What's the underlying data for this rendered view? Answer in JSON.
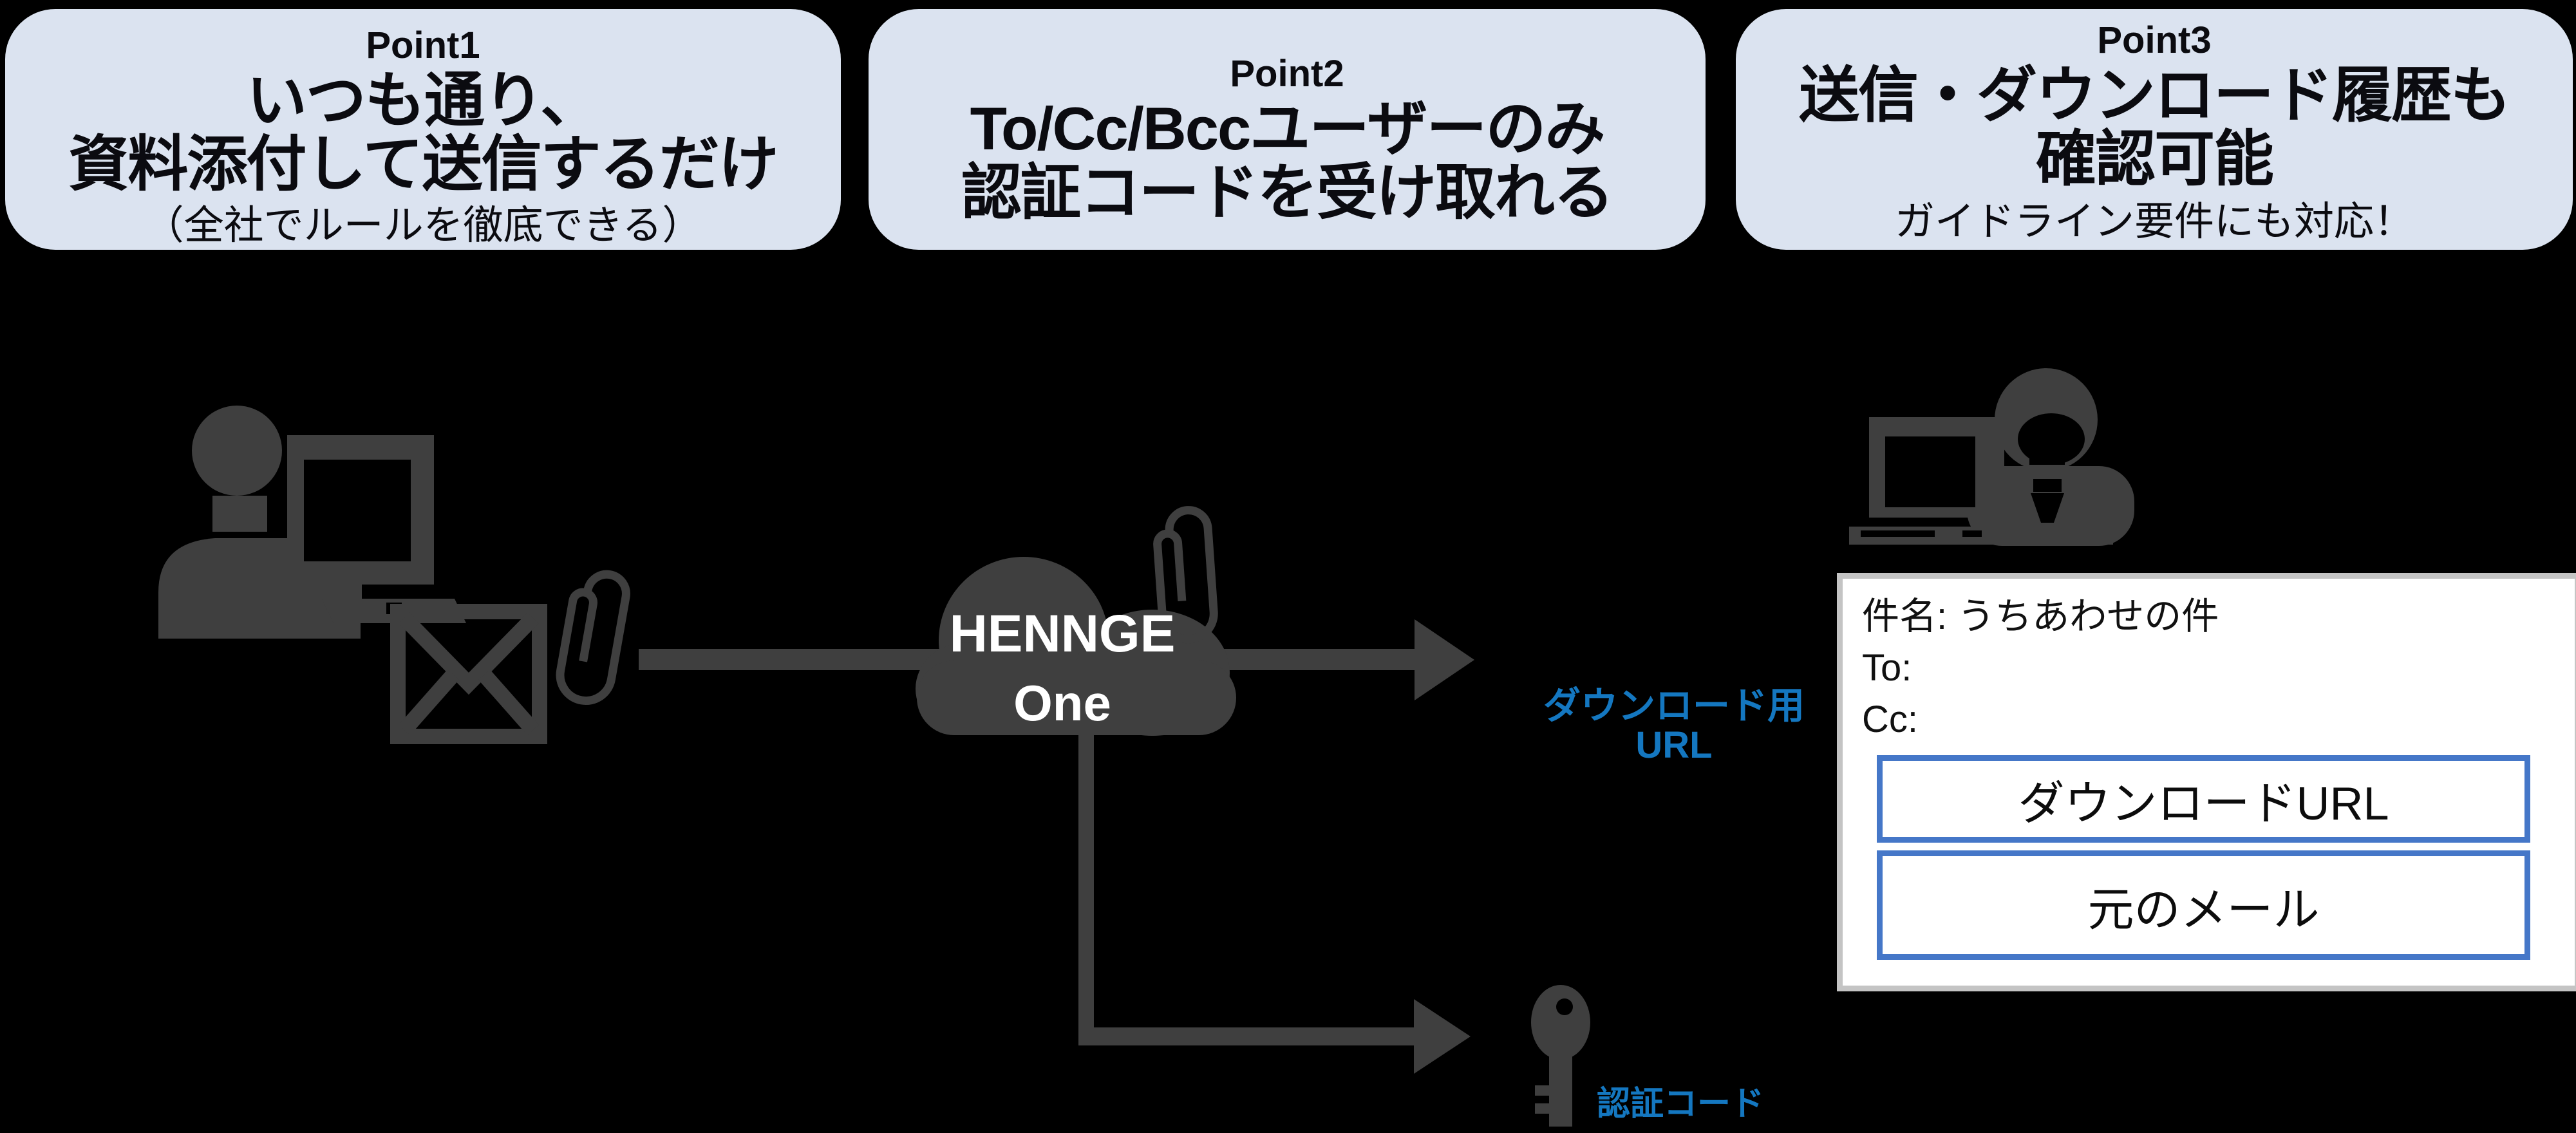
{
  "points": [
    {
      "label": "Point1",
      "line1": "いつも通り、",
      "line2": "資料添付して送信するだけ",
      "subtitle": "（全社でルールを徹底できる）"
    },
    {
      "label": "Point2",
      "line1": "To/Cc/Bccユーザーのみ",
      "line2": "認証コードを受け取れる",
      "subtitle": ""
    },
    {
      "label": "Point3",
      "line1": "送信・ダウンロード履歴も",
      "line2": "確認可能",
      "subtitle": "ガイドライン要件にも対応！"
    }
  ],
  "cloud": {
    "name_line1": "HENNGE",
    "name_line2": "One"
  },
  "labels": {
    "download_url_line1": "ダウンロード用",
    "download_url_line2": "URL",
    "auth_code": "認証コード"
  },
  "email_preview": {
    "subject": "件名: うちあわせの件",
    "to": "To:",
    "cc": "Cc:",
    "download_button": "ダウンロードURL",
    "original_mail_button": "元のメール"
  },
  "icons": [
    "user-at-desktop-icon",
    "envelope-icon",
    "paperclip-icon",
    "cloud-icon",
    "arrow-right-icon",
    "elbow-arrow-icon",
    "key-icon",
    "recipient-at-laptop-icon"
  ],
  "colors": {
    "background": "#000000",
    "card_bg": "#dbe3f0",
    "card_text": "#0b0b10",
    "icon_gray": "#3f3f3f",
    "accent_blue": "#1477c0",
    "button_border_blue": "#4577c8",
    "panel_bg": "#ffffff",
    "panel_border": "#c4c4c4"
  }
}
